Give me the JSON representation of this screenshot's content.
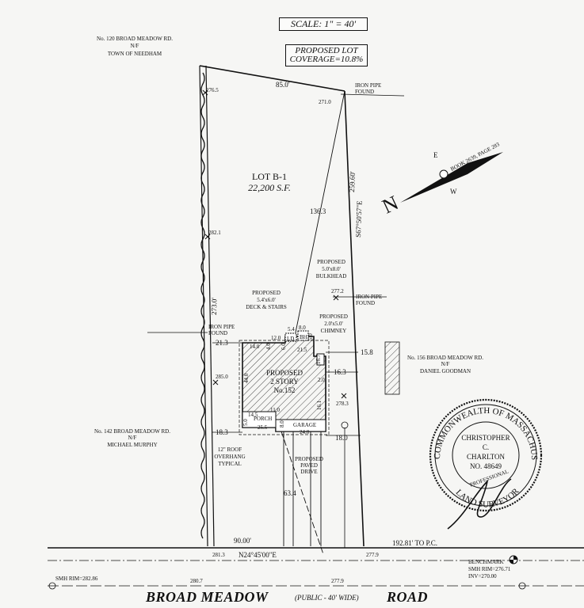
{
  "scale": "SCALE: 1\" = 40'",
  "coverage": {
    "line1": "PROPOSED LOT",
    "line2": "COVERAGE=10.8%"
  },
  "abutters": {
    "north": {
      "line1": "No. 120 BROAD MEADOW RD.",
      "line2": "N/F",
      "line3": "TOWN OF NEEDHAM"
    },
    "east": {
      "line1": "No. 156 BROAD MEADOW RD.",
      "line2": "N/F",
      "line3": "DANIEL GOODMAN"
    },
    "west": {
      "line1": "No. 142 BROAD MEADOW RD.",
      "line2": "N/F",
      "line3": "MICHAEL MURPHY"
    }
  },
  "lot": {
    "name": "LOT B-1",
    "area": "22,200 S.F."
  },
  "house": {
    "line1": "PROPOSED",
    "line2": "2 STORY",
    "line3": "No.152"
  },
  "labels": {
    "iron_pipe_ne": [
      "IRON PIPE",
      "FOUND"
    ],
    "iron_pipe_e": [
      "IRON PIPE",
      "FOUND"
    ],
    "iron_pipe_w": [
      "IRON PIPE",
      "FOUND"
    ],
    "bulkhead": [
      "PROPOSED",
      "5.0'x8.0'",
      "BULKHEAD"
    ],
    "deck": [
      "PROPOSED",
      "5.4'x6.0'",
      "DECK & STAIRS"
    ],
    "chimney": [
      "PROPOSED",
      "2.0'x5.0'",
      "CHIMNEY"
    ],
    "overhang": [
      "12\" ROOF",
      "OVERHANG",
      "TYPICAL"
    ],
    "drive": [
      "PROPOSED",
      "PAVED",
      "DRIVE"
    ],
    "porch": "PORCH",
    "garage": "GARAGE",
    "book": "BOOK 2639, PAGE 283",
    "north_letter": "N",
    "compass_e": "E",
    "compass_w": "W"
  },
  "dimensions": {
    "north_line": "85.0'",
    "east_line": "259.60'",
    "bearing_east": "S67°50'57\"E",
    "west_line": "273.0'",
    "diagonal": "136.3",
    "frontage": "90.00'",
    "bearing_front": "N24°45'00\"E",
    "to_pc": "192.81' TO P.C.",
    "setback_w_top": "21.3",
    "setback_w_bottom": "18.3",
    "setback_e_top": "15.8",
    "setback_e_mid": "16.3",
    "setback_e_bottom": "18.0",
    "front_setback": "63.4",
    "house_w": "21.5",
    "house_depth": "44.0",
    "d14": "14.0",
    "d12": "12.0",
    "d4": "4.0",
    "d6": "6.0",
    "d54": "5.4",
    "d80": "8.0",
    "d50": "5.0",
    "d167": "16.7",
    "d20": "2.0",
    "d145": "14.5",
    "d110": "11.0",
    "d255": "25.5",
    "d240": "24.0",
    "d50b": "5.0",
    "d80b": "8.0",
    "d161": "16.1",
    "ld": "LD",
    "bh": "BH"
  },
  "elevations": {
    "nw": "276.5",
    "ne": "271.0",
    "w_mid": "282.1",
    "e_mid": "277.2",
    "w_house": "285.0",
    "e_house": "278.3",
    "sw": "281.3",
    "se": "277.9",
    "st_w": "280.7",
    "st_e": "277.9"
  },
  "benchmark": {
    "line1": "BENCHMARK",
    "line2": "SMH RIM=276.71",
    "line3": "INV=270.00"
  },
  "smh_west": "SMH RIM=282.86",
  "road": {
    "name_left": "BROAD MEADOW",
    "note": "(PUBLIC - 40' WIDE)",
    "name_right": "ROAD"
  },
  "seal": {
    "ring": "COMMONWEALTH OF MASSACHUSETTS",
    "name1": "CHRISTOPHER",
    "name2": "C.",
    "name3": "CHARLTON",
    "number": "NO. 48649",
    "title": "PROFESSIONAL",
    "title2": "LAND SURVEYOR"
  }
}
